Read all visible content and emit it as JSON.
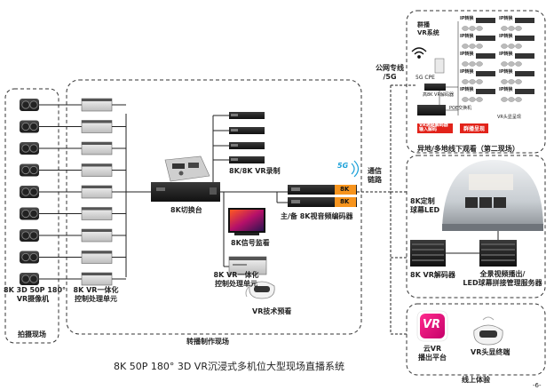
{
  "title": "8K 50P 180° 3D VR沉浸式多机位大型现场直播系统",
  "page_mark": "-6-",
  "sites": {
    "shooting": "拍摄现场",
    "production": "转播制作现场",
    "offsite": "异地/多地线下观看（第二现场）",
    "online": "线上体验"
  },
  "camera_label": [
    "8K 3D 50P 180°",
    "VR摄像机"
  ],
  "control_unit_label": [
    "8K VR一体化",
    "控制处理单元"
  ],
  "switcher_label": "8K切换台",
  "recorder_label": "8K/8K VR录制",
  "monitor_label": "8K信号监看",
  "control_unit2_label": [
    "8K VR一体化",
    "控制处理单元"
  ],
  "vr_preview_label": "VR技术预看",
  "encoder_label": "主/备 8K视音频编码器",
  "encoder_badge": "8K",
  "signal_5g": "5G",
  "link_label": [
    "通信",
    "链路"
  ],
  "public_line_label": [
    "公网专线",
    "/5G"
  ],
  "dome_label": [
    "8K定制",
    "球幕LED"
  ],
  "decoder_label": "8K VR解码器",
  "server_label": [
    "全景视频播出/",
    "LED球幕拼接管理服务器"
  ],
  "cloud_platform_label": [
    "云VR",
    "播出平台"
  ],
  "vr_logo_text": "VR",
  "headset_label": "VR头显终端",
  "group_system": {
    "title": [
      "群播",
      "VR系统"
    ],
    "ip_tag": "IP转换",
    "g5_cpe": "5G CPE",
    "decoder_small": "高8K VR解码器",
    "poe_switch": "POE交换机",
    "decoder_text": [
      "VR通路解码器",
      "输入解码"
    ],
    "group_control": "群播呈现",
    "headset": "VR头显呈现"
  },
  "colors": {
    "dashed_border": "#333333",
    "badge_orange": "#f7941d",
    "tag_red": "#e2231a",
    "vr_pink": "#e8107a",
    "signal_blue": "#1aa0d8"
  }
}
